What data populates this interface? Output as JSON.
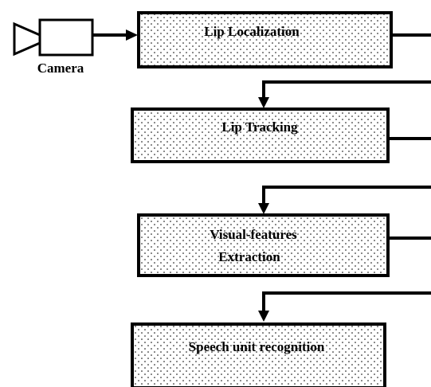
{
  "camera": {
    "label": "Camera",
    "icon": "video-camera-icon"
  },
  "blocks": {
    "lip_localization": "Lip Localization",
    "lip_tracking": "Lip Tracking",
    "visual_features_line1": "Visual-features",
    "visual_features_line2": "Extraction",
    "speech_unit_recognition": "Speech unit recognition"
  },
  "colors": {
    "stroke": "#000000",
    "dot_pattern": "#000000",
    "background": "#ffffff"
  }
}
